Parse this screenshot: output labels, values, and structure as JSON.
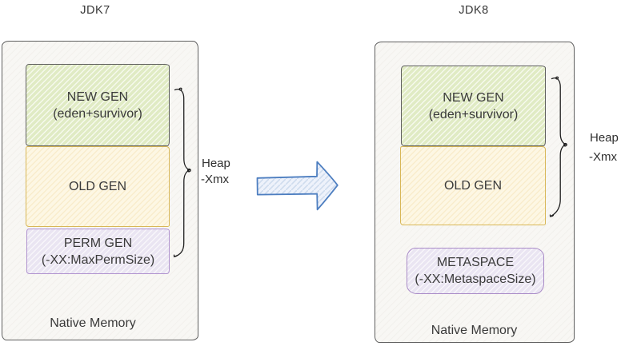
{
  "jdk7": {
    "title": "JDK7",
    "new_gen": {
      "name": "NEW GEN",
      "detail": "(eden+survivor)"
    },
    "old_gen": {
      "name": "OLD GEN"
    },
    "perm_gen": {
      "name": "PERM GEN",
      "detail": "(-XX:MaxPermSize)"
    },
    "heap": {
      "line1": "Heap",
      "line2": "-Xmx"
    },
    "native_memory": "Native Memory"
  },
  "jdk8": {
    "title": "JDK8",
    "new_gen": {
      "name": "NEW GEN",
      "detail": "(eden+survivor)"
    },
    "old_gen": {
      "name": "OLD GEN"
    },
    "metaspace": {
      "name": "METASPACE",
      "detail": "(-XX:MetaspaceSize)"
    },
    "heap": {
      "line1": "Heap",
      "line2": "-Xmx"
    },
    "native_memory": "Native Memory"
  },
  "icons": {
    "transition_arrow": "right-block-arrow",
    "heap_brace_left": "curly-brace",
    "heap_brace_right": "curly-brace"
  },
  "colors": {
    "outer_fill": "#f8f7f4",
    "outer_border": "#5f5f5f",
    "new_gen_fill": "#e0ebc4",
    "new_gen_border": "#5e5e5e",
    "old_gen_fill": "#fdf7e4",
    "old_gen_border": "#d8b757",
    "perm_fill": "#eae5f2",
    "perm_border": "#b093cf",
    "metaspace_fill": "#eae5f2",
    "metaspace_border": "#a98bc7",
    "arrow_fill": "#eef2fb",
    "arrow_hatch": "#cfdcee",
    "arrow_border": "#4d7ec0",
    "brace_color": "#1f1f1f",
    "text_color": "#383838"
  }
}
